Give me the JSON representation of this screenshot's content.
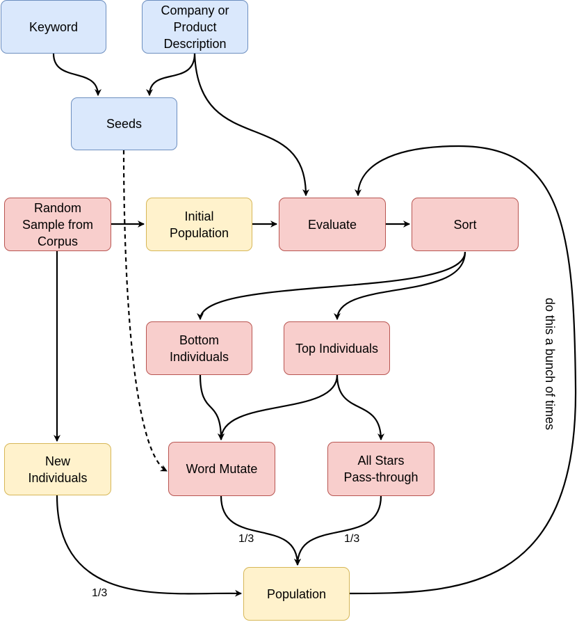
{
  "nodes": {
    "keyword": "Keyword",
    "company": "Company  or\nProduct\nDescription",
    "seeds": "Seeds",
    "random_sample": "Random\nSample from\nCorpus",
    "initial_population": "Initial\nPopulation",
    "evaluate": "Evaluate",
    "sort": "Sort",
    "bottom_individuals": "Bottom\nIndividuals",
    "top_individuals": "Top Individuals",
    "new_individuals": "New\nIndividuals",
    "word_mutate": "Word Mutate",
    "all_stars": "All Stars\nPass-through",
    "population": "Population"
  },
  "edge_labels": {
    "word_mutate_fraction": "1/3",
    "all_stars_fraction": "1/3",
    "new_individuals_fraction": "1/3",
    "loop": "do this a bunch of times"
  },
  "colors": {
    "blue_fill": "#dae8fc",
    "blue_stroke": "#6c8ebf",
    "yellow_fill": "#fff2cc",
    "yellow_stroke": "#d6b656",
    "red_fill": "#f8cecc",
    "red_stroke": "#b85450"
  }
}
